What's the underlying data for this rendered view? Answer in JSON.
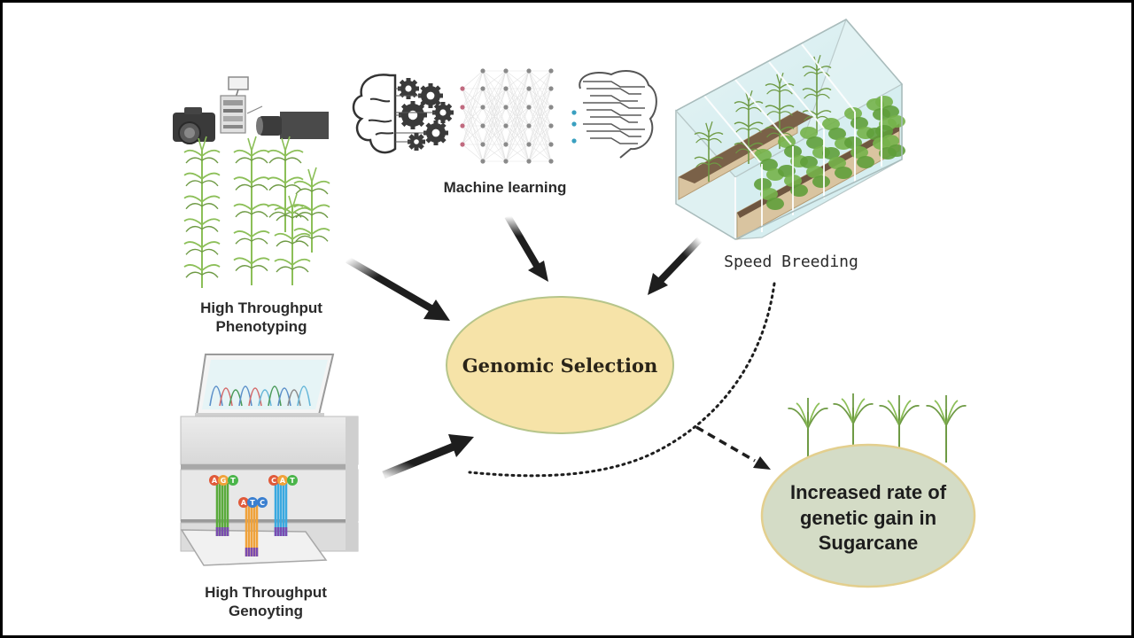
{
  "diagram": {
    "central_node": {
      "label": "Genomic Selection",
      "fill": "#f6e3a8",
      "stroke": "#b6c58a"
    },
    "outcome_node": {
      "label_lines": [
        "Increased rate of",
        "genetic gain in",
        "Sugarcane"
      ],
      "fill": "#d4dcc6",
      "stroke": "#e3cf8e"
    },
    "inputs": [
      {
        "id": "phenotyping",
        "label_lines": [
          "High Throughput",
          "Phenotyping"
        ],
        "icon": "cameras-and-sugarcane-plants"
      },
      {
        "id": "machine-learning",
        "label": "Machine learning",
        "icon": "brain-gears-neural-network"
      },
      {
        "id": "speed-breeding",
        "label": "Speed Breeding",
        "icon": "greenhouse"
      },
      {
        "id": "genotyping",
        "label_lines": [
          "High Throughput",
          "Genoyting"
        ],
        "icon": "sequencer-machine"
      }
    ],
    "sequencer_bases": [
      {
        "letters": [
          "A",
          "G",
          "T"
        ]
      },
      {
        "letters": [
          "A",
          "T",
          "C"
        ]
      },
      {
        "letters": [
          "C",
          "A",
          "T"
        ]
      }
    ],
    "colors": {
      "arrow": "#1e1e1e",
      "plant": "#8cbf58",
      "plant_dark": "#6e9a44",
      "glass": "#d6eef0",
      "soil": "#7a6148",
      "box_wood": "#d9c4a0",
      "machine": "#e6e6e6"
    }
  }
}
